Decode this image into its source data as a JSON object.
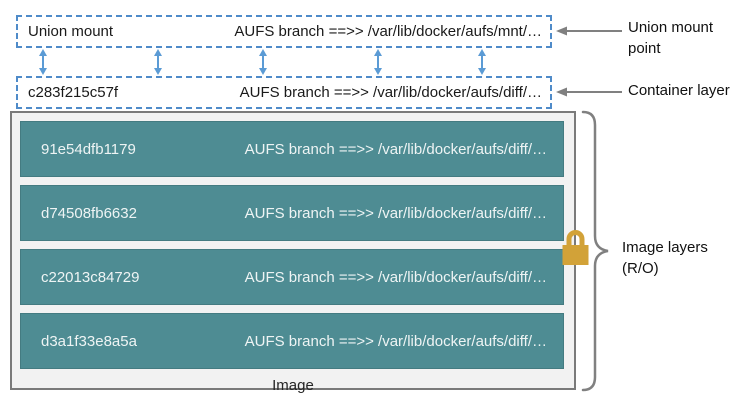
{
  "diagram": {
    "union_mount_box": {
      "left_label": "Union mount",
      "branch_text": "AUFS branch ==>> /var/lib/docker/aufs/mnt/…"
    },
    "container_layer_box": {
      "left_label": "c283f215c57f",
      "branch_text": "AUFS branch ==>> /var/lib/docker/aufs/diff/…"
    },
    "image_box": {
      "label": "Image",
      "layers": [
        {
          "id": "91e54dfb1179",
          "branch_text": "AUFS branch ==>> /var/lib/docker/aufs/diff/…"
        },
        {
          "id": "d74508fb6632",
          "branch_text": "AUFS branch ==>> /var/lib/docker/aufs/diff/…"
        },
        {
          "id": "c22013c84729",
          "branch_text": "AUFS branch ==>> /var/lib/docker/aufs/diff/…"
        },
        {
          "id": "d3a1f33e8a5a",
          "branch_text": "AUFS branch ==>> /var/lib/docker/aufs/diff/…"
        }
      ]
    },
    "annotations": {
      "union_mount_point": "Union mount point",
      "container_layer": "Container layer",
      "image_layers": "Image layers (R/O)"
    },
    "colors": {
      "layer_teal": "#4e8c93",
      "dashed_blue": "#4f8bc9",
      "arrow_blue": "#5b9bd5",
      "annotation_gray": "#808080",
      "lock_gold": "#d2a238",
      "box_bg": "#f2f2f2"
    }
  }
}
